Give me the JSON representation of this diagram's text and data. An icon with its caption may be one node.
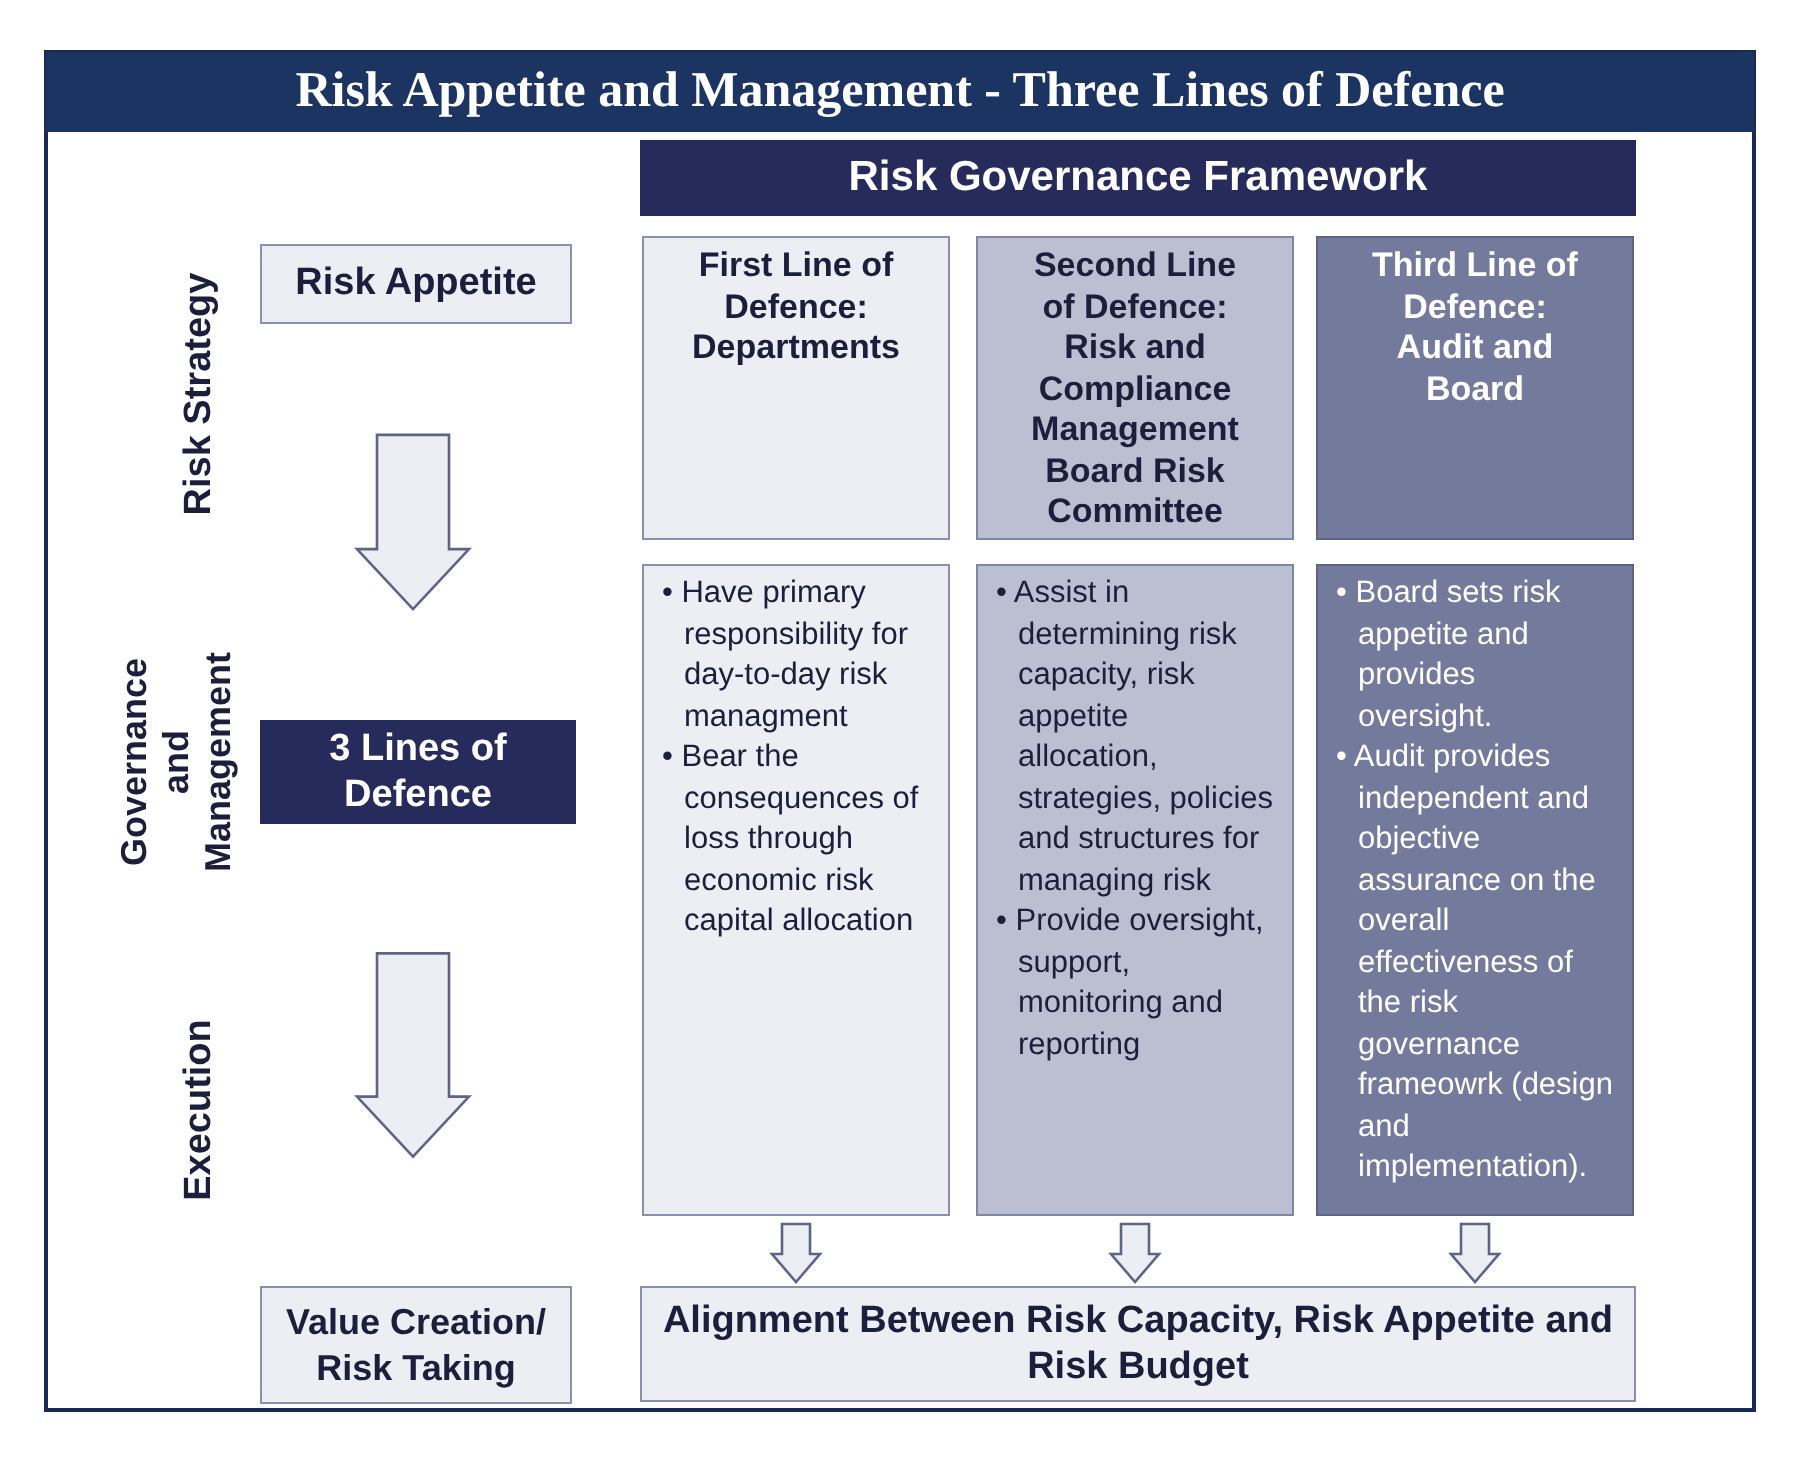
{
  "diagram": {
    "title": "Risk Appetite and Management - Three Lines of Defence",
    "nodes": [
      {
        "text": [
          "Risk Appetite"
        ]
      },
      {
        "text": [
          "3 Lines of Defence"
        ]
      },
      {
        "text": [
          "Value Creation/ Risk Taking"
        ]
      },
      {
        "text": [
          "Risk Governance Framework"
        ]
      },
      {
        "text": [
          "First Line of Defence: Departments"
        ]
      },
      {
        "text": [
          "Second Line of Defence: Risk and Compliance Management Board Risk Committee"
        ]
      },
      {
        "text": [
          "Third Line of Defence: Audit and Board"
        ]
      },
      {
        "text": [
          "• Have primary responsibility for day-to-day risk managment",
          "• Bear the consequences of loss through economic risk capital allocation"
        ]
      },
      {
        "text": [
          "• Assist in determining risk capacity, risk appetite allocation, strategies, policies and structures for managing risk",
          "• Provide oversight, support, monitoring and reporting"
        ]
      },
      {
        "text": [
          "• Board sets risk appetite and provides oversight.",
          "• Audit provides independent and objective assurance on the overall effectiveness of the risk governance frameowrk (design and implementation)."
        ]
      },
      {
        "text": [
          "Alignment Between Risk Capacity, Risk Appetite and Risk Budget"
        ]
      }
    ],
    "edges": [
      {
        "from": 0,
        "to": 1,
        "arrow": "to"
      },
      {
        "from": 1,
        "to": 2,
        "arrow": "to"
      },
      {
        "from": 7,
        "to": 10,
        "arrow": "to"
      },
      {
        "from": 8,
        "to": 10,
        "arrow": "to"
      },
      {
        "from": 9,
        "to": 10,
        "arrow": "to"
      }
    ],
    "labels": [
      "Risk Strategy",
      "Governance and Management",
      "Execution"
    ]
  }
}
